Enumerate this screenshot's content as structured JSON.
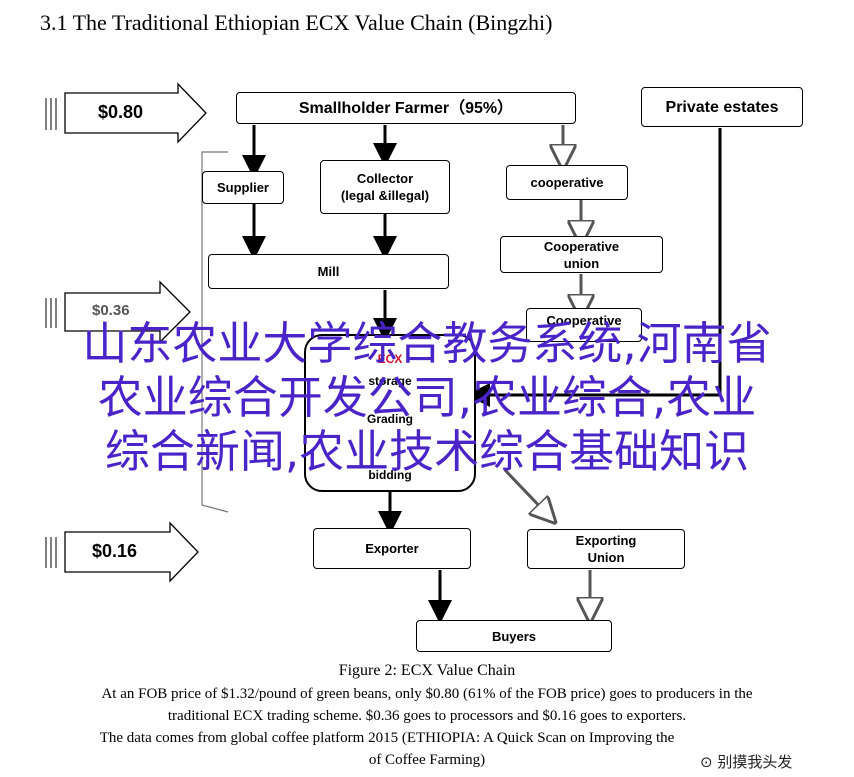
{
  "title": "3.1 The Traditional Ethiopian ECX Value Chain (Bingzhi)",
  "nodes": {
    "smallholder": "Smallholder Farmer（95%）",
    "private_estates": "Private estates",
    "supplier": "Supplier",
    "collector": "Collector\n(legal &illegal)",
    "cooperative": "cooperative",
    "coop_union": "Cooperative\nunion",
    "mill": "Mill",
    "coop_partial": "Cooperative",
    "exporter": "Exporter",
    "exporting_union": "Exporting\nUnion",
    "buyers": "Buyers"
  },
  "hub": {
    "line1": "ECX",
    "line2": "storage",
    "line3": "Grading",
    "line4": "bidding"
  },
  "prices": {
    "farmers": "$0.80",
    "processors": "$0.36",
    "exporters": "$0.16"
  },
  "overlay": {
    "line1": "山东农业大学综合教务系统,河南省",
    "line2": "农业综合开发公司,农业综合,农业",
    "line3": "综合新闻,农业技术综合基础知识"
  },
  "caption": {
    "figure": "Figure 2: ECX Value Chain",
    "line1": "At an FOB price of $1.32/pound of green beans, only $0.80 (61% of the FOB price) goes to producers in the",
    "line2": "traditional ECX trading scheme. $0.36 goes to processors and $0.16 goes to exporters.",
    "line3": "The data comes from global coffee platform 2015 (ETHIOPIA: A Quick Scan on Improving the",
    "line4": "of Coffee Farming)"
  },
  "watermark": "⊙ 别摸我头发",
  "colors": {
    "overlay_text": "#4a24c8",
    "hub_highlight": "#d0142c"
  }
}
